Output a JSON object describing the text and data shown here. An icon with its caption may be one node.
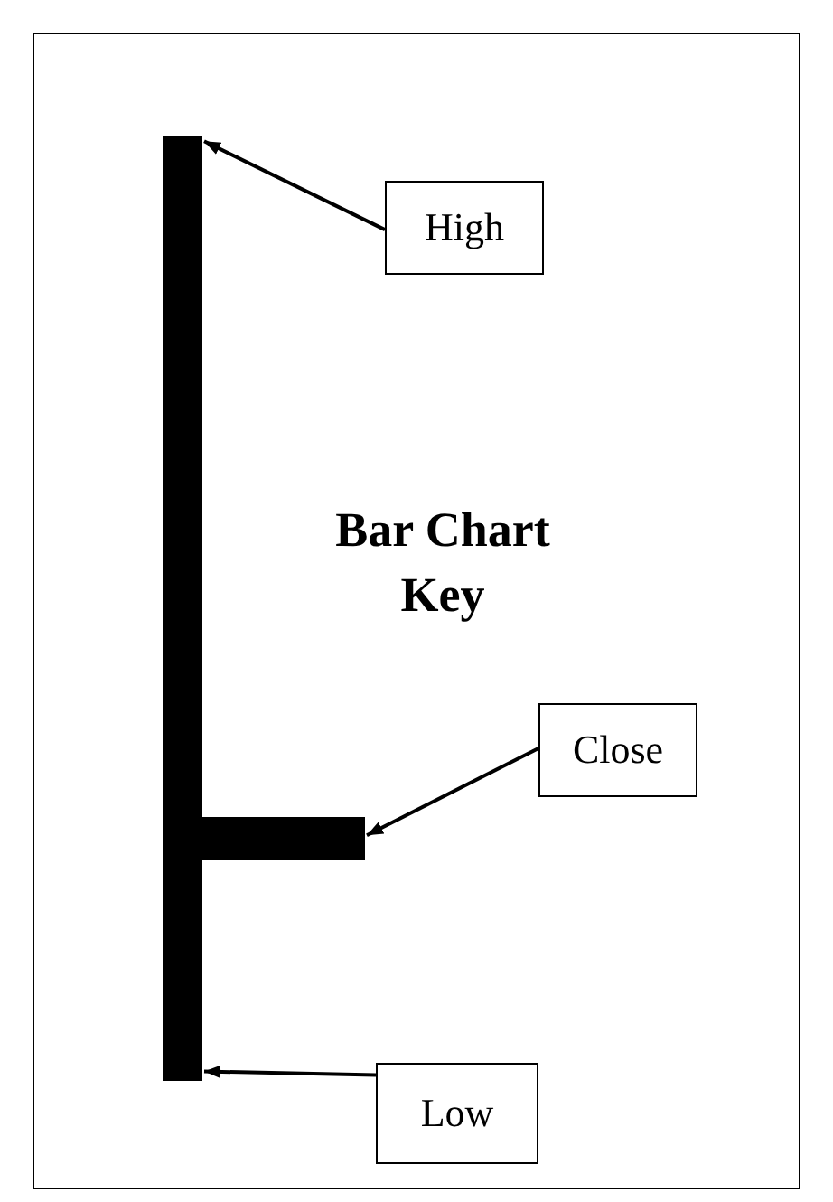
{
  "diagram": {
    "title": "Bar Chart Key",
    "nodes": [
      {
        "text": [],
        "shape": "bar"
      },
      {
        "text": [],
        "shape": "bar"
      },
      {
        "text": [
          "High"
        ]
      },
      {
        "text": [
          "Close"
        ]
      },
      {
        "text": [
          "Low"
        ]
      }
    ],
    "edges": [
      {
        "from": 2,
        "to": 0,
        "arrow": "to"
      },
      {
        "from": 3,
        "to": 1,
        "arrow": "to"
      },
      {
        "from": 4,
        "to": 0,
        "arrow": "to"
      }
    ]
  }
}
